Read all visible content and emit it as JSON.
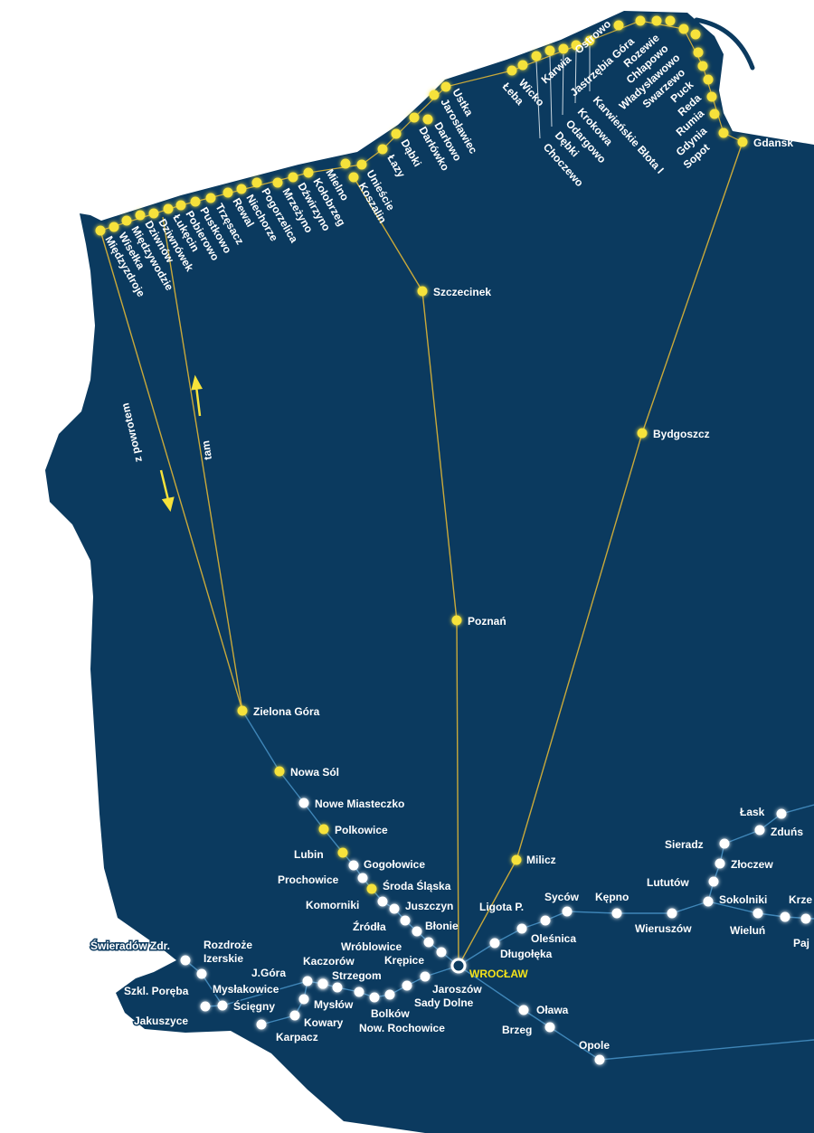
{
  "map": {
    "colors": {
      "land": "#0b3a5f",
      "summer_route": "#c9a93a",
      "regular_route": "#3f86b8",
      "summer_stop": "#f6e23a",
      "regular_stop": "#ffffff",
      "hub_label": "#f4e21a"
    },
    "hub": {
      "name": "WROCŁAW"
    },
    "annotations": {
      "return_label": "z powrotem",
      "outbound_label": "tam"
    },
    "stations": [
      {
        "name": "Międzyzdroje",
        "kind": "summer"
      },
      {
        "name": "Wisełka",
        "kind": "summer"
      },
      {
        "name": "Międzywodzie",
        "kind": "summer"
      },
      {
        "name": "Dziwnów",
        "kind": "summer"
      },
      {
        "name": "Dziwnówek",
        "kind": "summer"
      },
      {
        "name": "Łukęcin",
        "kind": "summer"
      },
      {
        "name": "Pobierowo",
        "kind": "summer"
      },
      {
        "name": "Pustkowo",
        "kind": "summer"
      },
      {
        "name": "Trzęsacz",
        "kind": "summer"
      },
      {
        "name": "Rewal",
        "kind": "summer"
      },
      {
        "name": "Niechorze",
        "kind": "summer"
      },
      {
        "name": "Pogorzelica",
        "kind": "summer"
      },
      {
        "name": "Mrzeżyno",
        "kind": "summer"
      },
      {
        "name": "Dźwirzyno",
        "kind": "summer"
      },
      {
        "name": "Kołobrzeg",
        "kind": "summer"
      },
      {
        "name": "Mielno",
        "kind": "summer"
      },
      {
        "name": "Unieście",
        "kind": "summer"
      },
      {
        "name": "Łazy",
        "kind": "summer"
      },
      {
        "name": "Koszalin",
        "kind": "summer"
      },
      {
        "name": "Dąbki",
        "kind": "summer"
      },
      {
        "name": "Darłówko",
        "kind": "summer"
      },
      {
        "name": "Darłowo",
        "kind": "summer"
      },
      {
        "name": "Jarosławiec",
        "kind": "summer"
      },
      {
        "name": "Ustka",
        "kind": "summer"
      },
      {
        "name": "Łeba",
        "kind": "summer"
      },
      {
        "name": "Wicko",
        "kind": "summer"
      },
      {
        "name": "Choczewo",
        "kind": "summer"
      },
      {
        "name": "Dębki",
        "kind": "summer"
      },
      {
        "name": "Odargowo",
        "kind": "summer"
      },
      {
        "name": "Krokowa",
        "kind": "summer"
      },
      {
        "name": "Karwieńskie Błota I",
        "kind": "summer"
      },
      {
        "name": "Karwia",
        "kind": "summer"
      },
      {
        "name": "Ostrowo",
        "kind": "summer"
      },
      {
        "name": "Jastrzębia Góra",
        "kind": "summer"
      },
      {
        "name": "Rozewie",
        "kind": "summer"
      },
      {
        "name": "Chłapowo",
        "kind": "summer"
      },
      {
        "name": "Władysławowo",
        "kind": "summer"
      },
      {
        "name": "Swarzewo",
        "kind": "summer"
      },
      {
        "name": "Puck",
        "kind": "summer"
      },
      {
        "name": "Reda",
        "kind": "summer"
      },
      {
        "name": "Rumia",
        "kind": "summer"
      },
      {
        "name": "Gdynia",
        "kind": "summer"
      },
      {
        "name": "Sopot",
        "kind": "summer"
      },
      {
        "name": "Gdansk",
        "kind": "summer"
      },
      {
        "name": "Szczecinek",
        "kind": "summer"
      },
      {
        "name": "Bydgoszcz",
        "kind": "summer"
      },
      {
        "name": "Poznań",
        "kind": "summer"
      },
      {
        "name": "Zielona Góra",
        "kind": "summer"
      },
      {
        "name": "Nowa Sól",
        "kind": "summer"
      },
      {
        "name": "Nowe Miasteczko",
        "kind": "regular"
      },
      {
        "name": "Polkowice",
        "kind": "summer"
      },
      {
        "name": "Lubin",
        "kind": "summer"
      },
      {
        "name": "Gogołowice",
        "kind": "regular"
      },
      {
        "name": "Prochowice",
        "kind": "regular"
      },
      {
        "name": "Środa Śląska",
        "kind": "summer"
      },
      {
        "name": "Komorniki",
        "kind": "regular"
      },
      {
        "name": "Juszczyn",
        "kind": "regular"
      },
      {
        "name": "Źródła",
        "kind": "regular"
      },
      {
        "name": "Błonie",
        "kind": "regular"
      },
      {
        "name": "Wróblowice",
        "kind": "regular"
      },
      {
        "name": "Krępice",
        "kind": "regular"
      },
      {
        "name": "Milicz",
        "kind": "summer"
      },
      {
        "name": "Ligota P.",
        "kind": "regular"
      },
      {
        "name": "Syców",
        "kind": "regular"
      },
      {
        "name": "Kępno",
        "kind": "regular"
      },
      {
        "name": "Oleśnica",
        "kind": "regular"
      },
      {
        "name": "Długołęka",
        "kind": "regular"
      },
      {
        "name": "Wieruszów",
        "kind": "regular"
      },
      {
        "name": "Sokolniki",
        "kind": "regular"
      },
      {
        "name": "Lututów",
        "kind": "regular"
      },
      {
        "name": "Złoczew",
        "kind": "regular"
      },
      {
        "name": "Sieradz",
        "kind": "regular"
      },
      {
        "name": "Zduńs",
        "kind": "regular"
      },
      {
        "name": "Łask",
        "kind": "regular"
      },
      {
        "name": "Wieluń",
        "kind": "regular"
      },
      {
        "name": "Krze",
        "kind": "regular"
      },
      {
        "name": "Paj",
        "kind": "regular"
      },
      {
        "name": "Oława",
        "kind": "regular"
      },
      {
        "name": "Brzeg",
        "kind": "regular"
      },
      {
        "name": "Opole",
        "kind": "regular"
      },
      {
        "name": "Jaroszów",
        "kind": "regular"
      },
      {
        "name": "Sady Dolne",
        "kind": "regular"
      },
      {
        "name": "Strzegom",
        "kind": "regular"
      },
      {
        "name": "Bolków",
        "kind": "regular"
      },
      {
        "name": "Now. Rochowice",
        "kind": "regular"
      },
      {
        "name": "Kaczorów",
        "kind": "regular"
      },
      {
        "name": "Mysłów",
        "kind": "regular"
      },
      {
        "name": "J.Góra",
        "kind": "regular"
      },
      {
        "name": "Mysłakowice",
        "kind": "regular"
      },
      {
        "name": "Kowary",
        "kind": "regular"
      },
      {
        "name": "Karpacz",
        "kind": "regular"
      },
      {
        "name": "Ścięgny",
        "kind": "regular"
      },
      {
        "name": "Szkl. Poręba",
        "kind": "regular"
      },
      {
        "name": "Jakuszyce",
        "kind": "regular"
      },
      {
        "name": "Świeradów Zdr.",
        "kind": "regular"
      },
      {
        "name": "Rozdroże",
        "kind": "regular"
      },
      {
        "name": "Izerskie",
        "kind": "regular"
      }
    ]
  }
}
